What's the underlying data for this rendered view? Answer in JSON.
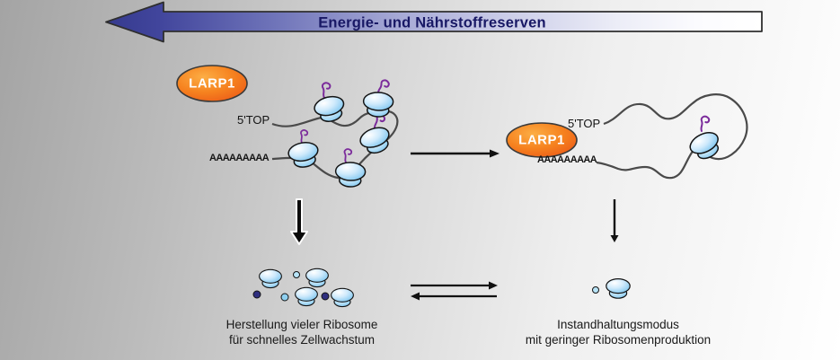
{
  "banner": {
    "label": "Energie- und Nährstoffreserven"
  },
  "left_state": {
    "larp1_label": "LARP1",
    "five_top_label": "5'TOP",
    "poly_a_label": "AAAAAAAAA",
    "caption_line1": "Herstellung vieler Ribosome",
    "caption_line2": "für schnelles Zellwachstum"
  },
  "right_state": {
    "larp1_label": "LARP1",
    "five_top_label": "5'TOP",
    "poly_a_label": "AAAAAAAAA",
    "caption_line1": "Instandhaltungsmodus",
    "caption_line2": "mit geringer Ribosomenproduktion"
  },
  "colors": {
    "banner_blue_dark": "#353a8e",
    "banner_text_navy": "#181865",
    "larp1_orange": "#f26722",
    "ribosome_blue": "#7cc4ef",
    "peptide_purple": "#7b2b9b",
    "mrna_gray": "#4a4a4a",
    "dot_navy": "#2e2e7e",
    "dot_light_blue": "#b8e4f7"
  }
}
